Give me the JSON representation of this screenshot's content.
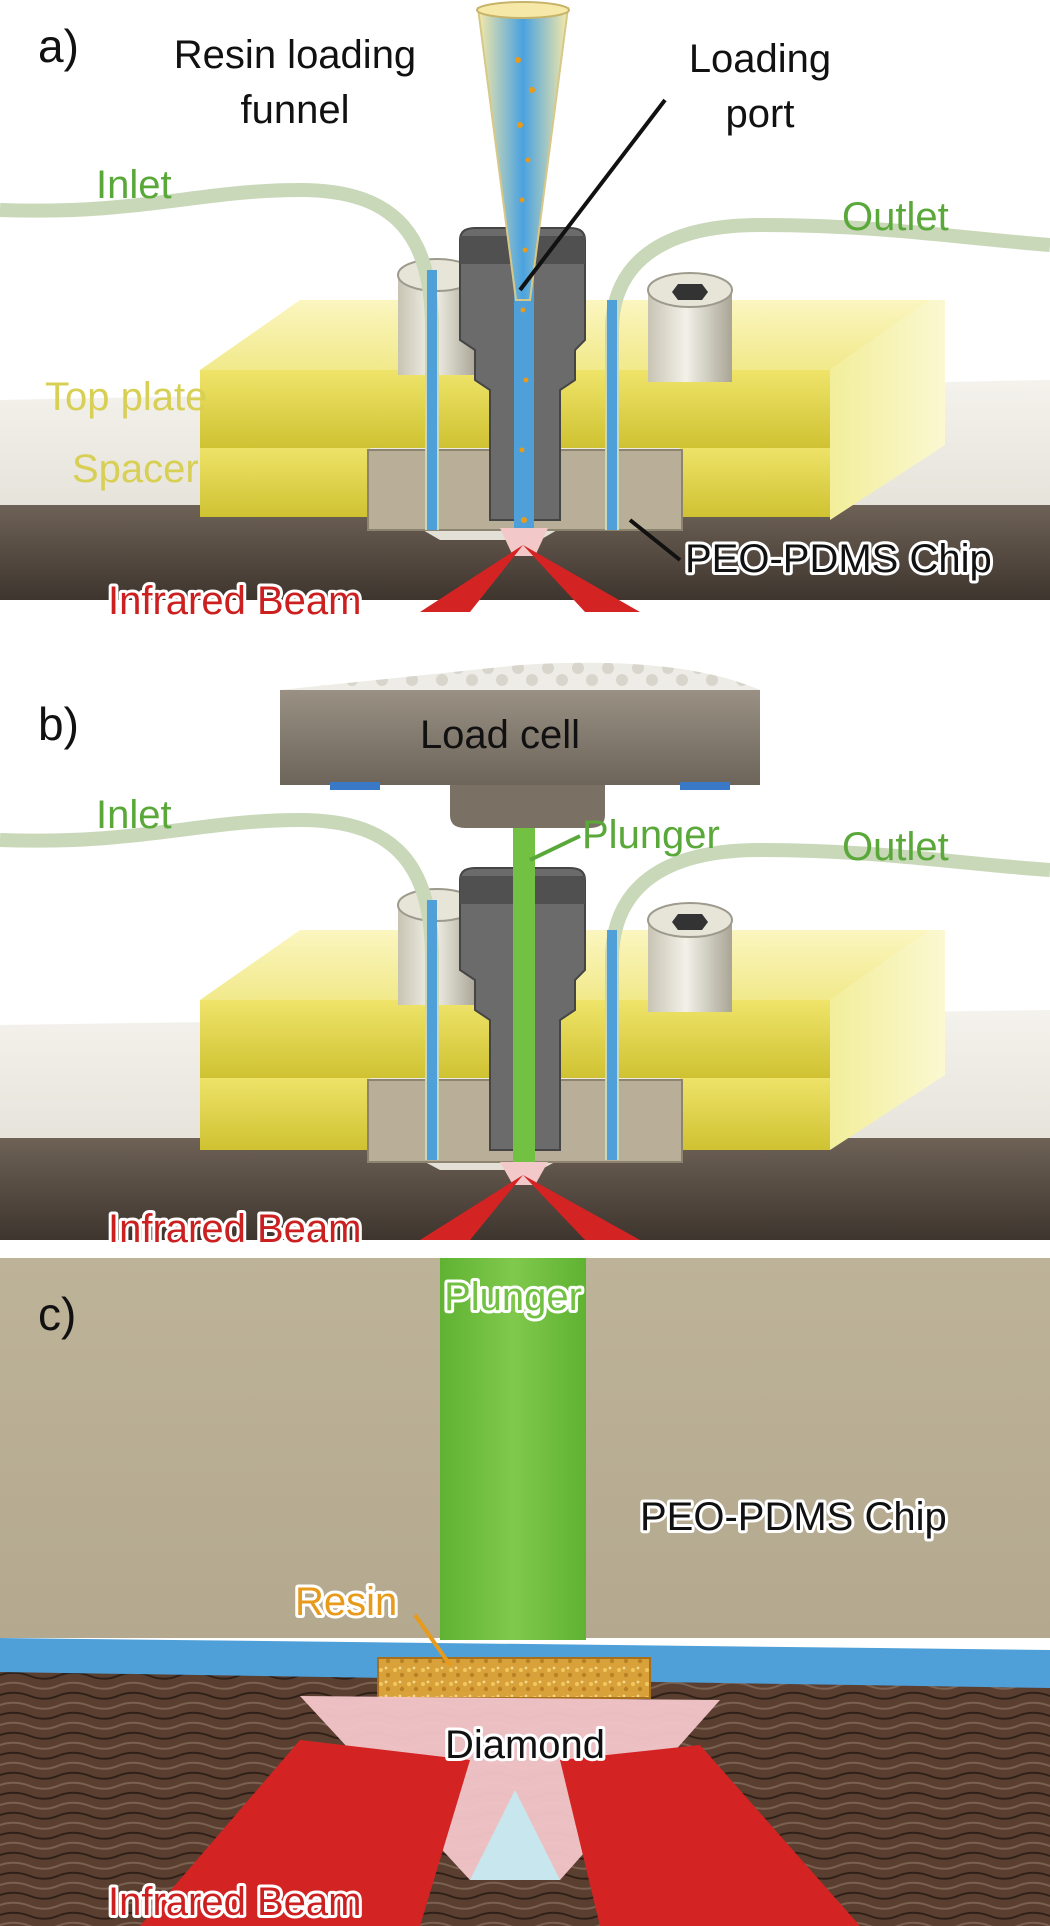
{
  "panels": {
    "a": {
      "letter": "a)",
      "funnel_label_1": "Resin loading",
      "funnel_label_2": "funnel",
      "port_label_1": "Loading",
      "port_label_2": "port",
      "inlet": "Inlet",
      "outlet": "Outlet",
      "top_plate": "Top plate",
      "spacer": "Spacer",
      "chip": "PEO-PDMS Chip",
      "beam": "Infrared Beam"
    },
    "b": {
      "letter": "b)",
      "load_cell": "Load cell",
      "plunger": "Plunger",
      "inlet": "Inlet",
      "outlet": "Outlet",
      "beam": "Infrared Beam"
    },
    "c": {
      "letter": "c)",
      "plunger": "Plunger",
      "chip": "PEO-PDMS Chip",
      "resin": "Resin",
      "diamond": "Diamond",
      "beam": "Infrared Beam"
    }
  },
  "colors": {
    "label_green": "#5aa83a",
    "label_yellow": "#d8cf55",
    "label_red": "#cc1f1f",
    "label_orange": "#e89a1a",
    "plate_yellow": "#e2d84a",
    "chip_tan": "#b9ae97",
    "plunger_green": "#73c142",
    "water_blue": "#4f9fd9",
    "base_dark": "#5b5148",
    "beam_red": "#d42323",
    "fitting_gray": "#6b6b6b"
  }
}
